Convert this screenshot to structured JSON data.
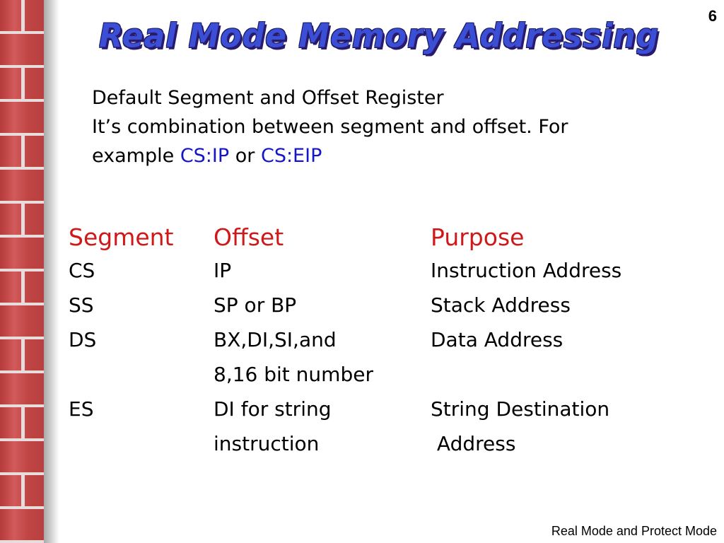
{
  "page_number": "6",
  "title": "Real Mode Memory Addressing",
  "intro": {
    "line1": "Default Segment and Offset Register",
    "line2": "It’s combination between segment and offset. For",
    "line3_prefix": "example",
    "line3_code1": "CS:IP",
    "line3_mid": "or",
    "line3_code2": "CS:EIP"
  },
  "colors": {
    "header_text": "#d01818",
    "code_highlight": "#1616c8",
    "title": "#3b4fd6",
    "sidebar": "#c84b4b"
  },
  "table": {
    "headers": {
      "segment": "Segment",
      "offset": "Offset",
      "purpose": "Purpose"
    },
    "rows": [
      {
        "segment": "CS",
        "offset": "IP",
        "purpose": "Instruction Address"
      },
      {
        "segment": "SS",
        "offset": "SP or BP",
        "purpose": "Stack Address"
      },
      {
        "segment": "DS",
        "offset": "BX,DI,SI,and",
        "purpose": "Data Address"
      },
      {
        "segment": "",
        "offset": "8,16 bit number",
        "purpose": ""
      },
      {
        "segment": "ES",
        "offset": "DI for string",
        "purpose": "String Destination"
      },
      {
        "segment": "",
        "offset": "instruction",
        "purpose": " Address"
      }
    ]
  },
  "footer": "Real Mode and Protect Mode"
}
